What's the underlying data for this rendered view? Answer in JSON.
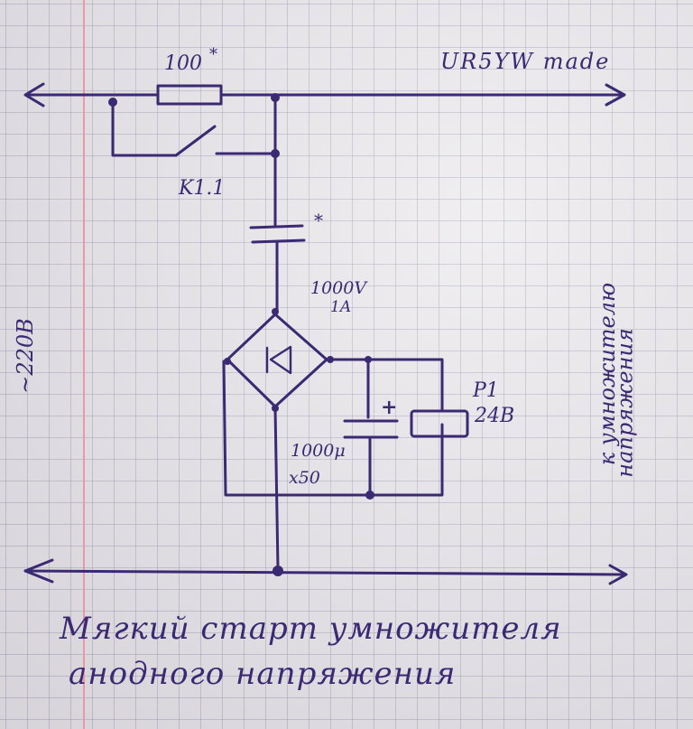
{
  "labels": {
    "resistor": "100",
    "resistor_star": "*",
    "author": "UR5YW made",
    "relay_contact": "K1.1",
    "capacitor_star": "*",
    "bridge_rating": "1000V",
    "bridge_current": "1A",
    "input_voltage": "~220B",
    "relay": "P1",
    "relay_voltage": "24B",
    "cap_plus": "+",
    "filter_cap": "1000μ",
    "filter_cap_voltage": "x50",
    "output_line1": "к умножителю",
    "output_line2": "напряжения"
  },
  "caption": {
    "line1": "Мягкий старт умножителя",
    "line2": "анодного напряжения"
  },
  "colors": {
    "ink": "#3b2a73",
    "margin": "#e79aa6",
    "grid": "#9696af"
  }
}
